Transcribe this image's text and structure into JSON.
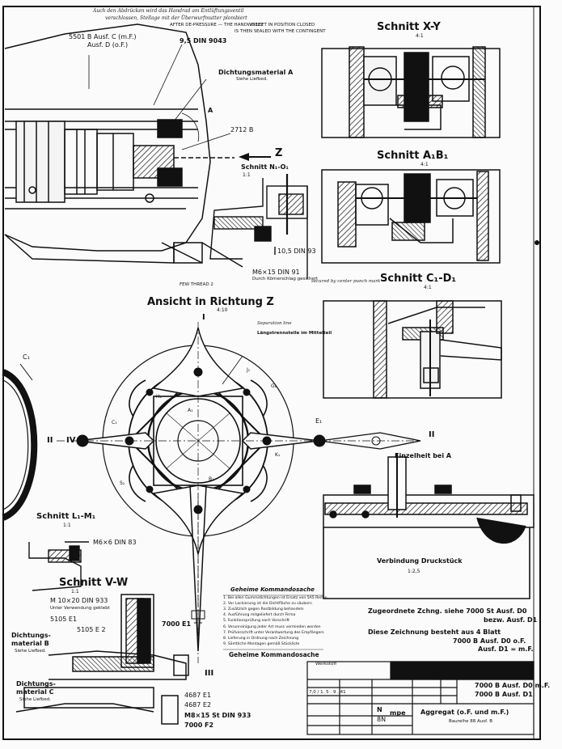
{
  "header": {
    "note_top": "Auch den Abdrücken wird das Handrad am Entlüftungsventil",
    "note_top_2": "verschlossen, Stellage mit der Überwurfmutter plombiert",
    "note_en_1": "AFTER DE-PRESSURE — THE HANDWHEEL",
    "note_en_2": "IS LEFT IN POSITION CLOSED",
    "note_en_3": "IS THEN SEALED WITH THE CONTINGENT"
  },
  "labels": {
    "part_5501": "5501 B  Ausf. C (m.F.)",
    "part_5501_b": "Ausf. D (o.F.)",
    "part_95": "9,5 DIN 9043",
    "dicht_a": "Dichtungsmaterial A",
    "dicht_a_sub": "Siehe Liefbed.",
    "letter_a": "A",
    "part_2712": "2712 B",
    "z_arrow": "Z",
    "schnitt_n1": "Schnitt N₁-O₁",
    "schnitt_n1_scale": "1:1",
    "part_105": "10,5 DIN 93",
    "part_m6_15": "M6×15 DIN 91",
    "part_m6_15_note": "Durch Körnerschlag gesichert",
    "part_m6_15_hand": "secured by center punch mark",
    "few_thread": "FEW THREAD 2",
    "schnitt_xy": "Schnitt X-Y",
    "schnitt_xy_scale": "4:1",
    "schnitt_ab": "Schnitt A₁B₁",
    "schnitt_ab_scale": "4:1",
    "schnitt_cd": "Schnitt C₁-D₁",
    "schnitt_cd_scale": "4:1",
    "ansicht": "Ansicht in Richtung Z",
    "ansicht_scale": "4:10",
    "roman_1": "I",
    "roman_2a": "II",
    "roman_2b": "II",
    "roman_3": "III",
    "roman_4": "IV",
    "laengs": "Längstrennstelle im Mittelteil",
    "laengs_hand": "Separation line",
    "e1": "E₁",
    "c1": "C₁",
    "einzelheit": "Einzelheit bei A",
    "schnitt_lm": "Schnitt L₁-M₁",
    "schnitt_lm_scale": "1:1",
    "part_m6_6": "M6×6 DIN 83",
    "schnitt_vw": "Schnitt V-W",
    "schnitt_vw_scale": "1:1",
    "part_m10": "M 10×20 DIN 933",
    "part_m10_sub": "Unter Verwendung geklebt",
    "part_5105": "5105 E1",
    "part_5105_2": "5105 E 2",
    "dicht_b": "Dichtungs-",
    "dicht_b_2": "material B",
    "dicht_b_sub": "Siehe Liefbed.",
    "dicht_c": "Dichtungs-",
    "dicht_c_2": "material C",
    "dicht_c_sub": "Siehe Liefbed.",
    "part_7000": "7000 E1",
    "part_4687e1": "4687 E1",
    "part_4687e2": "4687 E2",
    "part_m8": "M8×15 St DIN 933",
    "part_7000f2": "7000 F2",
    "verbindung": "Verbindung Druckstück",
    "verbindung_scale": "1:2,5",
    "gk_title": "Geheime Kommandosache",
    "gk_bottom": "Geheime Kommandosache",
    "zugeordnete": "Zugeordnete Zchng. siehe 7000 St Ausf. D0",
    "zugeordnete_2": "bezw. Ausf. D1",
    "diese": "Diese Zeichnung besteht aus 4 Blatt",
    "ausf_1": "7000 B  Ausf. D0 o.F.",
    "ausf_2": "Ausf. D1 = m.F.",
    "tb_num": "7000 B  Ausf. D0 m.F.",
    "tb_num_2": "7000 B  Ausf. D1",
    "tb_title": "Aggregat (o.F. und m.F.)",
    "tb_sub": "Baureihe 88 Ausf. B",
    "tb_n": "N",
    "tb_sn": "8N",
    "tb_mpe": "mpe",
    "tb_material": "Werkstoff",
    "tb_ref": "7,0 / 1. 5 . 9 . 41"
  },
  "notes": [
    "1. Bei allen Gummidichtungen ist Ersatz von 5A5 Reifen",
    "2. Vor Lackierung ist die Dichtfläche zu säubern",
    "3. Zusätzlich gegen Rostbildung behandeln",
    "4. Ausführung mitgeliefert durch Firma",
    "5. Funktionsprüfung nach Vorschrift",
    "6. Verunreinigung jeder Art muss vermieden werden",
    "7. Prüfvorschrift unter Verantwortung des Empfängers",
    "8. Lieferung in Ordnung nach Zeichnung",
    "9. Sämtliche Montagen gemäß Stückliste"
  ],
  "ring_labels": [
    "H₁",
    "J₁",
    "G₁",
    "K₁",
    "C₁",
    "A₁",
    "B₁",
    "S₁"
  ]
}
